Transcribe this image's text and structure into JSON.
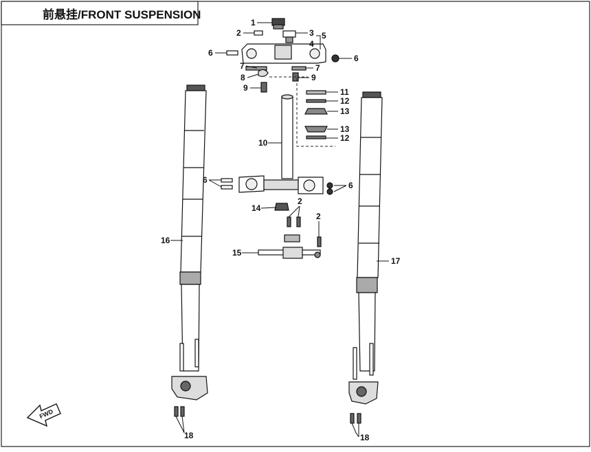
{
  "title": "前悬挂/FRONT SUSPENSION",
  "direction_label": "FWD",
  "callouts": {
    "c1": "1",
    "c2a": "2",
    "c3": "3",
    "c4": "4",
    "c5": "5",
    "c6a": "6",
    "c6b": "6",
    "c6c": "6",
    "c6d": "6",
    "c7a": "7",
    "c7b": "7",
    "c8": "8",
    "c9a": "9",
    "c9b": "9",
    "c10": "10",
    "c11": "11",
    "c12a": "12",
    "c12b": "12",
    "c13a": "13",
    "c13b": "13",
    "c14": "14",
    "c2b": "2",
    "c2c": "2",
    "c15": "15",
    "c16": "16",
    "c17": "17",
    "c18a": "18",
    "c18b": "18"
  }
}
